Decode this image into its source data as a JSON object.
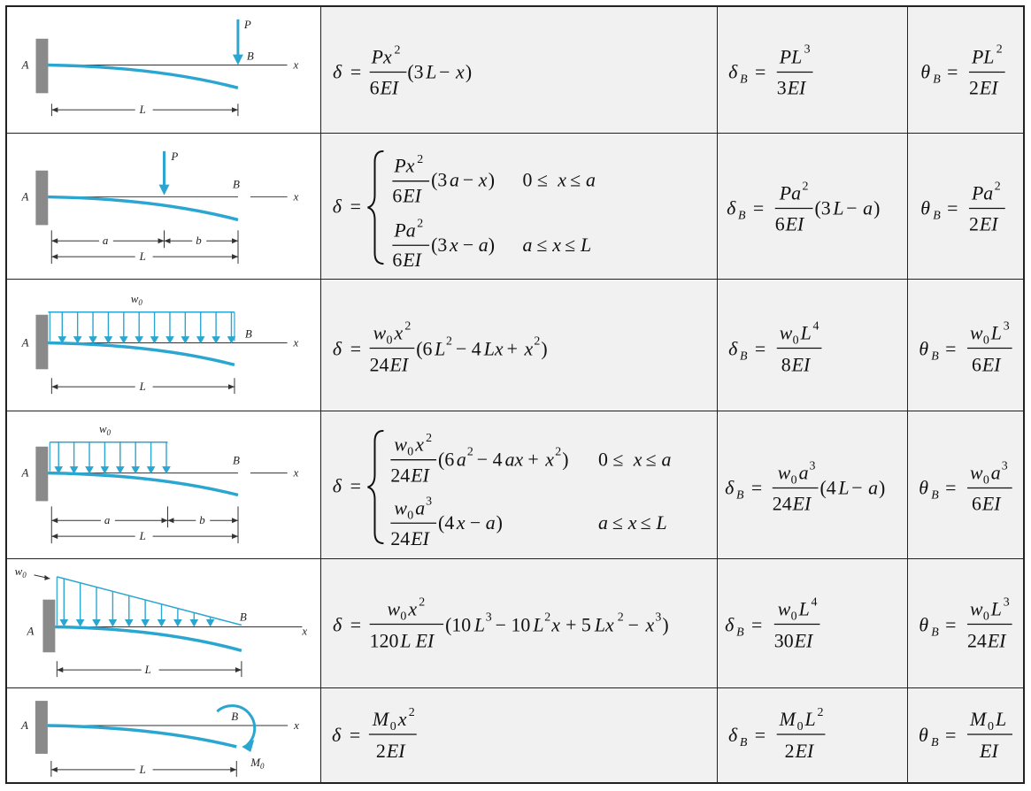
{
  "symbols": {
    "A": "A",
    "B": "B",
    "x": "x",
    "L": "L",
    "a": "a",
    "b": "b",
    "P": "P",
    "w0": "w",
    "w0sub": "0",
    "M0": "M",
    "M0sub": "0"
  },
  "rows": [
    {
      "label": "point-load-at-end",
      "deflection": "δ = Px²/6EI (3L − x)",
      "deflection_B": "δB = PL³/3EI",
      "slope_B": "θB = PL²/2EI"
    },
    {
      "label": "point-load-at-a",
      "deflection": "δ = Px²/6EI (3a − x) 0 ≤ x ≤ a ; Pa²/6EI (3x − a) a ≤ x ≤ L",
      "deflection_B": "δB = Pa²/6EI (3L − a)",
      "slope_B": "θB = Pa²/2EI"
    },
    {
      "label": "uniform-load-full",
      "deflection": "δ = w0x²/24EI (6L² − 4Lx + x²)",
      "deflection_B": "δB = w0L⁴/8EI",
      "slope_B": "θB = w0L³/6EI"
    },
    {
      "label": "uniform-load-partial",
      "deflection": "δ = w0x²/24EI (6a² − 4ax + x²) 0 ≤ x ≤ a ; w0a³/24EI (4x − a) a ≤ x ≤ L",
      "deflection_B": "δB = w0a³/24EI (4L − a)",
      "slope_B": "θB = w0a³/6EI"
    },
    {
      "label": "triangular-load",
      "deflection": "δ = w0x²/120L EI (10L³ − 10L²x + 5Lx² − x³)",
      "deflection_B": "δB = w0L⁴/30EI",
      "slope_B": "θB = w0L³/24EI"
    },
    {
      "label": "end-moment",
      "deflection": "δ = M0x²/2EI",
      "deflection_B": "δB = M0L²/2EI",
      "slope_B": "θB = M0L/EI"
    }
  ],
  "colors": {
    "beam": "#2aa6d1",
    "ink": "#222222",
    "load": "#2aa6d1",
    "wall": "#8a8a8a",
    "shade": "#f1f1f1"
  }
}
